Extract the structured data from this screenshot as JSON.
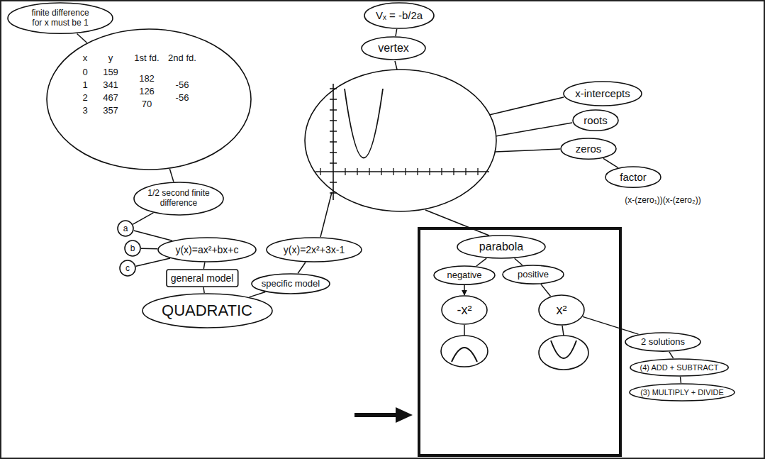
{
  "diagram": {
    "nodes": [
      {
        "text": [
          "finite difference for x must be 1"
        ]
      },
      {
        "text": [
          "x",
          "y",
          "1st fd.",
          "2nd fd.",
          "0",
          "1",
          "2",
          "3",
          "159",
          "341",
          "467",
          "357",
          "182",
          "126",
          "70",
          "-56",
          "-56"
        ]
      },
      {
        "text": [
          "Vₓ = -b/2a"
        ]
      },
      {
        "text": [
          "vertex"
        ]
      },
      {
        "text": [
          "x-intercepts"
        ]
      },
      {
        "text": [
          "roots"
        ]
      },
      {
        "text": [
          "zeros"
        ]
      },
      {
        "text": [
          "factor"
        ]
      },
      {
        "text": [
          "1/2 second finite difference"
        ]
      },
      {
        "text": [
          "a"
        ]
      },
      {
        "text": [
          "b"
        ]
      },
      {
        "text": [
          "c"
        ]
      },
      {
        "text": [
          "y(x)=ax²+bx+c"
        ]
      },
      {
        "text": [
          "y(x)=2x²+3x-1"
        ]
      },
      {
        "text": [
          "general model"
        ]
      },
      {
        "text": [
          "specific model"
        ]
      },
      {
        "text": [
          "QUADRATIC"
        ]
      },
      {
        "text": [
          "parabola"
        ]
      },
      {
        "text": [
          "negative"
        ]
      },
      {
        "text": [
          "positive"
        ]
      },
      {
        "text": [
          "-x²"
        ]
      },
      {
        "text": [
          "x²"
        ]
      },
      {
        "text": [
          "2 solutions"
        ]
      },
      {
        "text": [
          "(4) ADD + SUBTRACT"
        ]
      },
      {
        "text": [
          "(3) MULTIPLY + DIVIDE"
        ]
      }
    ],
    "edges": [
      {
        "from": 0,
        "to": 1,
        "arrow": "none"
      },
      {
        "from": 2,
        "to": 3,
        "arrow": "none"
      },
      {
        "from": 6,
        "to": 7,
        "arrow": "none"
      },
      {
        "from": 1,
        "to": 8,
        "arrow": "none"
      },
      {
        "from": 8,
        "to": 9,
        "arrow": "none"
      },
      {
        "from": 9,
        "to": 12,
        "arrow": "none"
      },
      {
        "from": 10,
        "to": 12,
        "arrow": "none"
      },
      {
        "from": 11,
        "to": 12,
        "arrow": "none"
      },
      {
        "from": 12,
        "to": 14,
        "arrow": "none"
      },
      {
        "from": 14,
        "to": 16,
        "arrow": "none"
      },
      {
        "from": 13,
        "to": 15,
        "arrow": "none"
      },
      {
        "from": 15,
        "to": 16,
        "arrow": "none"
      },
      {
        "from": 17,
        "to": 18,
        "arrow": "none"
      },
      {
        "from": 17,
        "to": 19,
        "arrow": "none"
      },
      {
        "from": 18,
        "to": 20,
        "arrow": "to"
      },
      {
        "from": 19,
        "to": 21,
        "arrow": "none"
      },
      {
        "from": 21,
        "to": 22,
        "arrow": "none"
      },
      {
        "from": 22,
        "to": 23,
        "arrow": "none"
      },
      {
        "from": 23,
        "to": 24,
        "arrow": "none"
      }
    ],
    "labels": [
      "(x-(zero₁))(x-(zero₂))"
    ]
  }
}
